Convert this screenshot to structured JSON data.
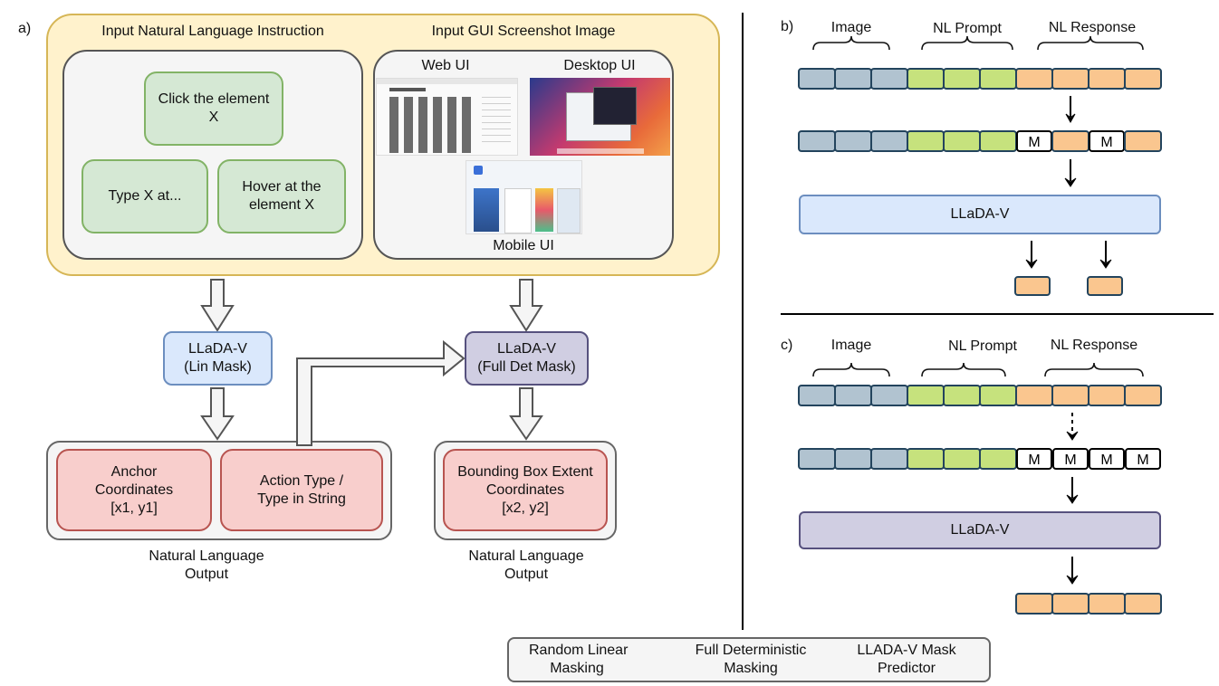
{
  "panel_a": {
    "tag": "a)",
    "instruction_header": "Input Natural Language Instruction",
    "screenshot_header": "Input GUI Screenshot Image",
    "instructions": [
      "Click the element X",
      "Type X at...",
      "Hover at the element X"
    ],
    "ui_types": {
      "web": "Web UI",
      "desktop": "Desktop UI",
      "mobile": "Mobile UI"
    },
    "model_lin": {
      "name": "LLaDA-V",
      "mode": "(Lin Mask)"
    },
    "model_full": {
      "name": "LLaDA-V",
      "mode": "(Full Det Mask)"
    },
    "out_anchor": [
      "Anchor",
      "Coordinates",
      "[x1, y1]"
    ],
    "out_action": [
      "Action Type /",
      "Type in String"
    ],
    "out_bbox": [
      "Bounding Box Extent",
      "Coordinates",
      "[x2, y2]"
    ],
    "output_caption_left": [
      "Natural Language",
      "Output"
    ],
    "output_caption_right": [
      "Natural Language",
      "Output"
    ]
  },
  "panel_b": {
    "tag": "b)",
    "brace_labels": [
      "Image",
      "NL Prompt",
      "NL Response"
    ],
    "mask_token": "M",
    "model": "LLaDA-V"
  },
  "panel_c": {
    "tag": "c)",
    "brace_labels": [
      "Image",
      "NL Prompt",
      "NL Response"
    ],
    "mask_token": "M",
    "model": "LLaDA-V"
  },
  "legend": {
    "random_linear": [
      "Random Linear",
      "Masking"
    ],
    "full_deterministic": [
      "Full Deterministic",
      "Masking"
    ],
    "predictor": [
      "LLADA-V Mask",
      "Predictor"
    ]
  },
  "colors": {
    "image_token": "#b1c3d0",
    "prompt_token": "#c6e27d",
    "response_token": "#fac68f",
    "input_panel": "#fff2cc",
    "input_panel_border": "#d6b656"
  }
}
